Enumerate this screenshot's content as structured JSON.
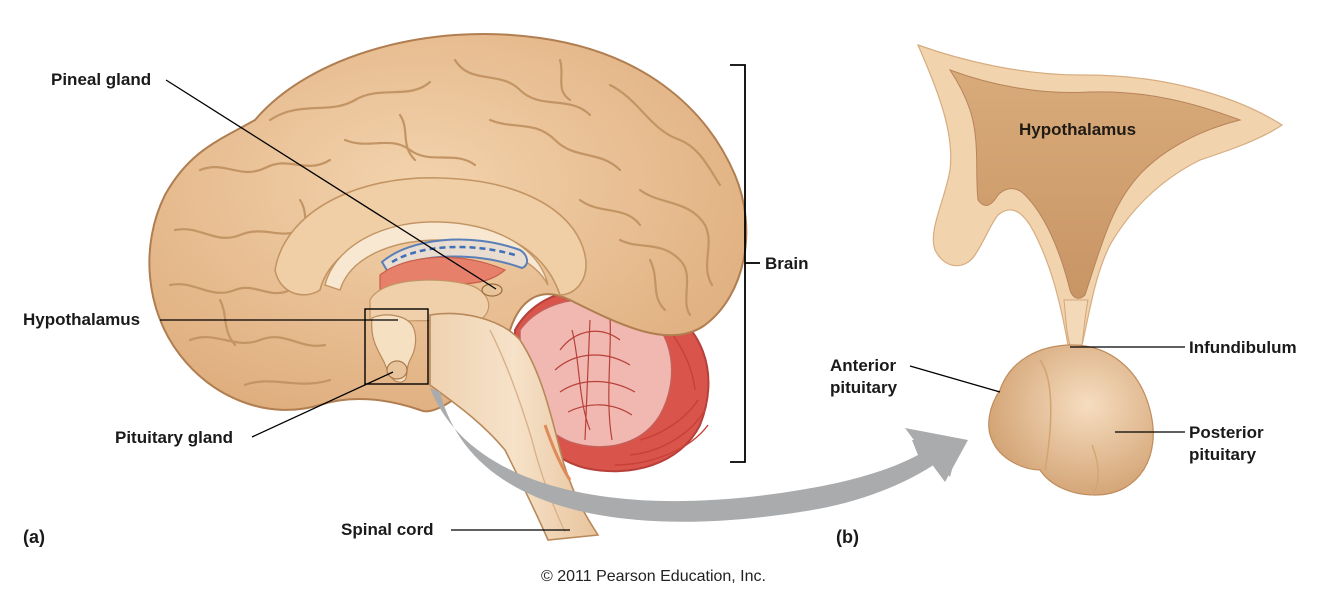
{
  "panel_a": {
    "letter": "(a)",
    "labels": {
      "pineal_gland": "Pineal gland",
      "hypothalamus": "Hypothalamus",
      "pituitary_gland": "Pituitary gland",
      "spinal_cord": "Spinal cord",
      "brain": "Brain"
    }
  },
  "panel_b": {
    "letter": "(b)",
    "labels": {
      "hypothalamus": "Hypothalamus",
      "infundibulum": "Infundibulum",
      "anterior_pituitary_line1": "Anterior",
      "anterior_pituitary_line2": "pituitary",
      "posterior_pituitary_line1": "Posterior",
      "posterior_pituitary_line2": "pituitary"
    }
  },
  "copyright": "© 2011 Pearson Education, Inc.",
  "colors": {
    "brain_fill": "#ecc49a",
    "brain_edge": "#b07e50",
    "gyri_line": "#c39564",
    "cerebellum_fill": "#f0b8b0",
    "cerebellum_edge": "#b8403a",
    "arrow_gray": "#a9abad",
    "leader_line": "#000000"
  }
}
